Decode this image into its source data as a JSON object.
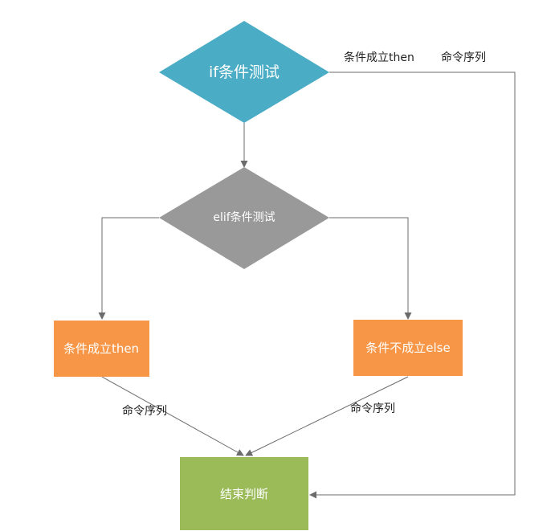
{
  "nodes": {
    "if_test": {
      "label": "if条件测试",
      "color": "#4BACC6"
    },
    "elif_test": {
      "label": "elif条件测试",
      "color": "#999999"
    },
    "then_box": {
      "label": "条件成立then",
      "color": "#F79646"
    },
    "else_box": {
      "label": "条件不成立else",
      "color": "#F79646"
    },
    "end_box": {
      "label": "结束判断",
      "color": "#9BBB59"
    }
  },
  "edge_labels": {
    "if_then": "条件成立then",
    "if_then_seq": "命令序列",
    "then_seq": "命令序列",
    "else_seq": "命令序列"
  },
  "colors": {
    "connector": "#6b6b6b",
    "label_text": "#222222",
    "node_text": "#ffffff"
  }
}
